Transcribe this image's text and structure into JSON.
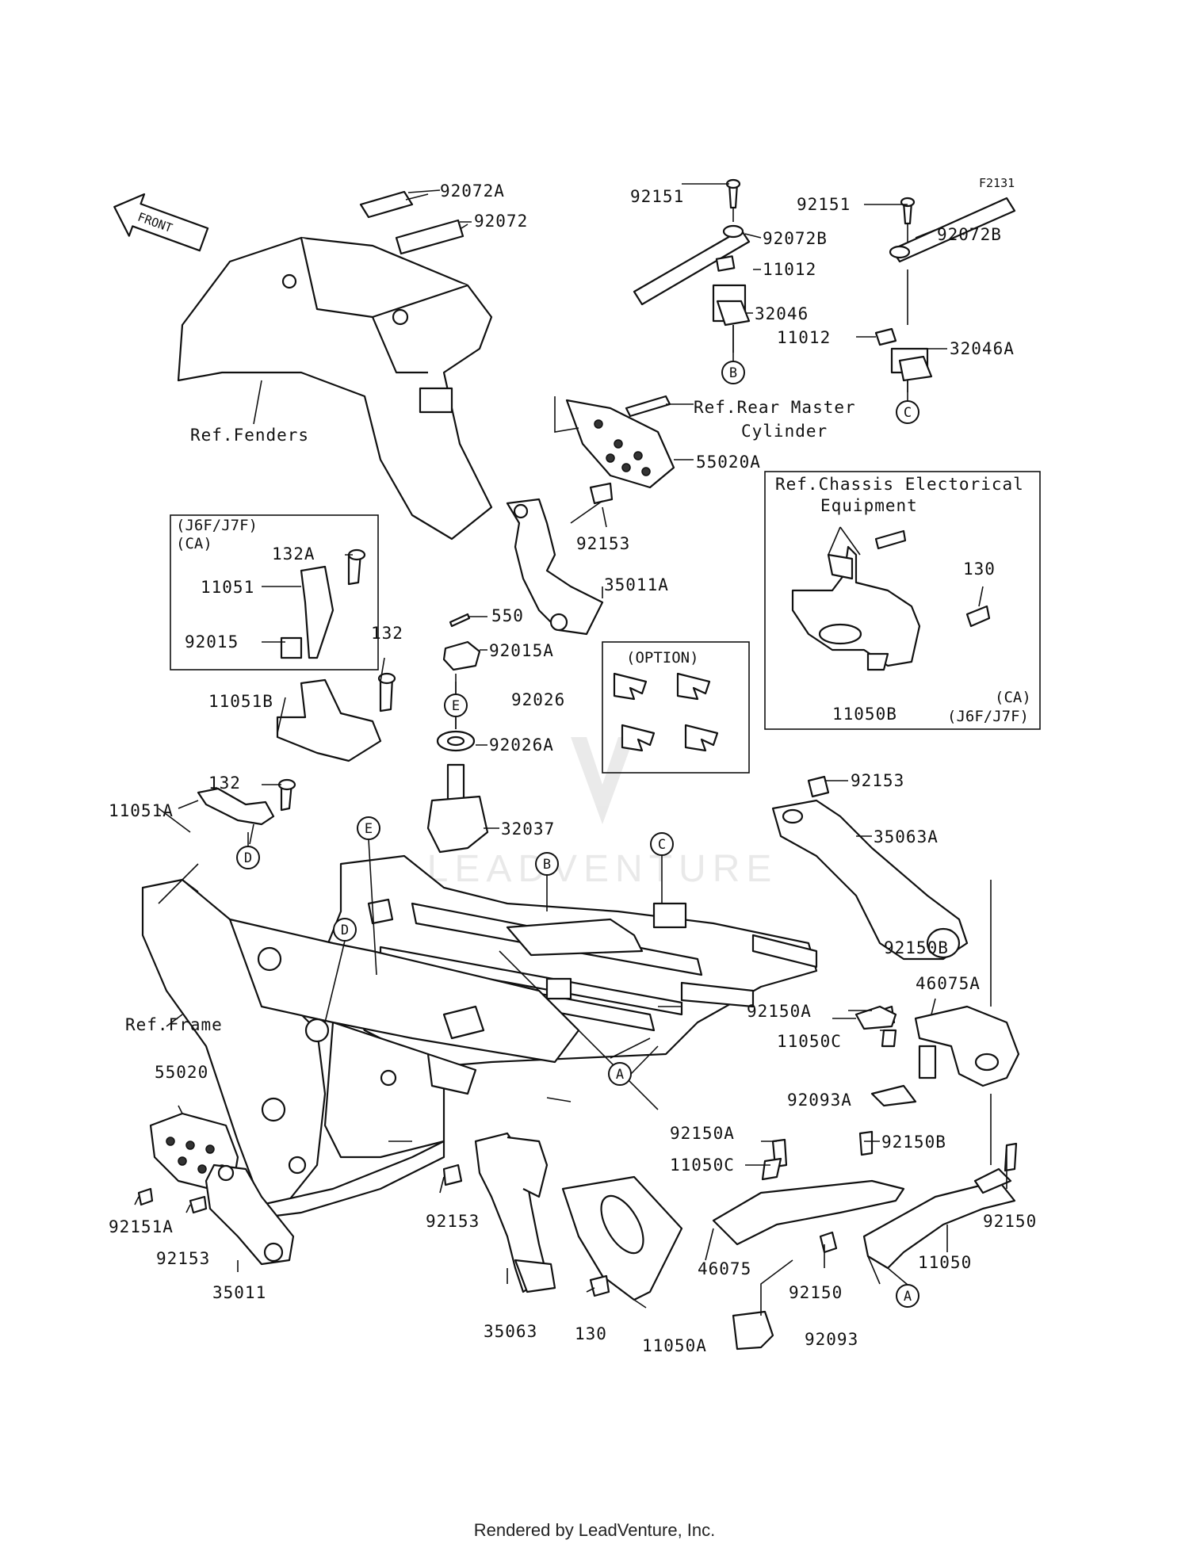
{
  "diagram_code": "F2131",
  "footer": "Rendered by LeadVenture, Inc.",
  "front_arrow": "FRONT",
  "labels": {
    "p92072A": "92072A",
    "p92072": "92072",
    "p92151_1": "92151",
    "p92072B_1": "92072B",
    "p11012_1": "11012",
    "p32046": "32046",
    "p92151_2": "92151",
    "p92072B_2": "92072B",
    "p11012_2": "11012",
    "p32046A": "32046A",
    "ref_fenders": "Ref.Fenders",
    "ref_rear_master_1": "Ref.Rear Master",
    "ref_rear_master_2": "Cylinder",
    "p55020A": "55020A",
    "p92153_1": "92153",
    "p35011A": "35011A",
    "j6f_box_1": "(J6F/J7F)",
    "j6f_box_2": "(CA)",
    "p132A": "132A",
    "p11051": "11051",
    "p92015": "92015",
    "p132_1": "132",
    "p11051B": "11051B",
    "p132_2": "132",
    "p11051A": "11051A",
    "p550": "550",
    "p92015A": "92015A",
    "p92026": "92026",
    "p92026A": "92026A",
    "option": "(OPTION)",
    "p32037": "32037",
    "ref_chassis_1": "Ref.Chassis Electorical",
    "ref_chassis_2": "Equipment",
    "p130_1": "130",
    "p11050B": "11050B",
    "ca_box_1": "(CA)",
    "ca_box_2": "(J6F/J7F)",
    "p92153_2": "92153",
    "p35063A": "35063A",
    "p92150B_1": "92150B",
    "p46075A": "46075A",
    "p92150A_1": "92150A",
    "p11050C_1": "11050C",
    "p92093A": "92093A",
    "ref_frame": "Ref.Frame",
    "p55020": "55020",
    "p92151A": "92151A",
    "p92153_3": "92153",
    "p35011": "35011",
    "p92153_4": "92153",
    "p35063": "35063",
    "p130_2": "130",
    "p11050A": "11050A",
    "p92150A_2": "92150A",
    "p11050C_2": "11050C",
    "p92150B_2": "92150B",
    "p46075": "46075",
    "p92150_1": "92150",
    "p92150_2": "92150",
    "p11050": "11050",
    "p92093": "92093"
  },
  "callouts": {
    "B1": "B",
    "C1": "C",
    "E1": "E",
    "D1": "D",
    "E2": "E",
    "B2": "B",
    "C2": "C",
    "D2": "D",
    "A1": "A",
    "A2": "A"
  },
  "watermark": "LEADVENTURE"
}
